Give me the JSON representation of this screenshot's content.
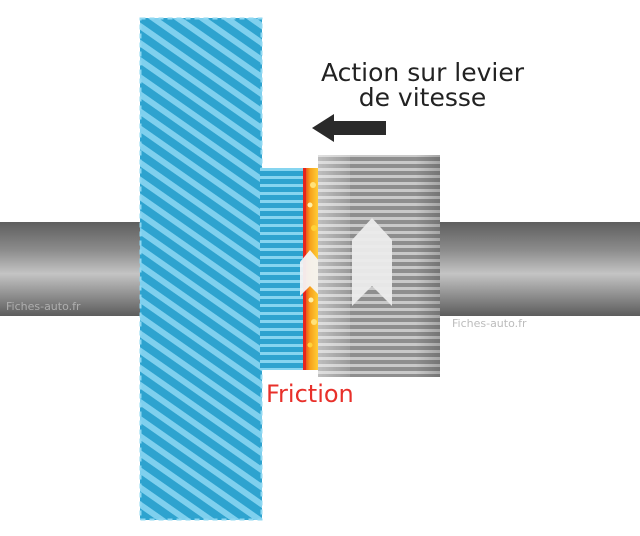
{
  "labels": {
    "action_line1": "Action sur levier",
    "action_line2": "de vitesse",
    "friction": "Friction"
  },
  "watermarks": [
    "Fiches-auto.fr",
    "Fiches-auto.fr"
  ],
  "colors": {
    "gear_blue": "#2ea3cf",
    "gear_stripe": "#7fd0ee",
    "shaft_dark": "#6d6d6d",
    "shaft_light": "#b8b8b8",
    "sleeve_grey": "#9a9a9a",
    "friction_orange": "#f7a21c",
    "friction_red": "#e8241c",
    "friction_text": "#e8302a",
    "arrow": "#2a2a2a"
  },
  "icons": [
    "left-arrow-icon",
    "chevron-up-icon"
  ]
}
